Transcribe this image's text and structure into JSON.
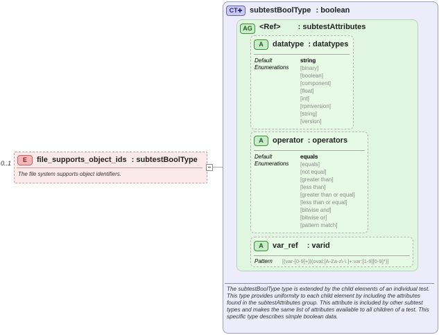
{
  "element": {
    "badge": "E",
    "occurrence": "0..1",
    "name": "file_supports_object_ids",
    "type": ": subtestBoolType",
    "description": "The file system supports object identifiers."
  },
  "complex_type": {
    "badge": "CT",
    "name": "subtestBoolType",
    "base": ": boolean",
    "description": "The subtestBoolType type is extended by the child elements of an individual test.  This type provides uniformity to each child element by including the attributes found in the subtestAttributes group.  This attribute is included by other subtest types and makes the same list of attributes available to all children of a test.  This specific type describes simple boolean data."
  },
  "attribute_group": {
    "badge": "AG",
    "name": "<Ref>",
    "type": ": subtestAttributes"
  },
  "attributes": [
    {
      "badge": "A",
      "name": "datatype",
      "type": ": datatypes",
      "default_label": "Default",
      "enumerations_label": "Enumerations",
      "default_value": "string",
      "enumerations": [
        "[binary]",
        "[boolean]",
        "[component]",
        "[float]",
        "[int]",
        "[rpmversion]",
        "[string]",
        "[version]"
      ]
    },
    {
      "badge": "A",
      "name": "operator",
      "type": ": operators",
      "default_label": "Default",
      "enumerations_label": "Enumerations",
      "default_value": "equals",
      "enumerations": [
        "[equals]",
        "[not equal]",
        "[greater than]",
        "[less than]",
        "[greater than or equal]",
        "[less than or equal]",
        "[bitwise and]",
        "[bitwise or]",
        "[pattern match]"
      ]
    },
    {
      "badge": "A",
      "name": "var_ref",
      "type": ": varid",
      "pattern_label": "Pattern",
      "pattern_value": "[(var-[0-9]+)|(oval:[A-Za-z\\-\\.]+:var:[1-9][0-9]*)]"
    }
  ],
  "colors": {
    "element_fill": "#fbeaea",
    "element_badge": "#f4b8b8",
    "ct_fill": "#ececfa",
    "ag_fill": "#e0f6e0",
    "attr_fill": "#e6fae6",
    "badge_green": "#c8ecc8",
    "badge_blue": "#c8c8f0"
  }
}
